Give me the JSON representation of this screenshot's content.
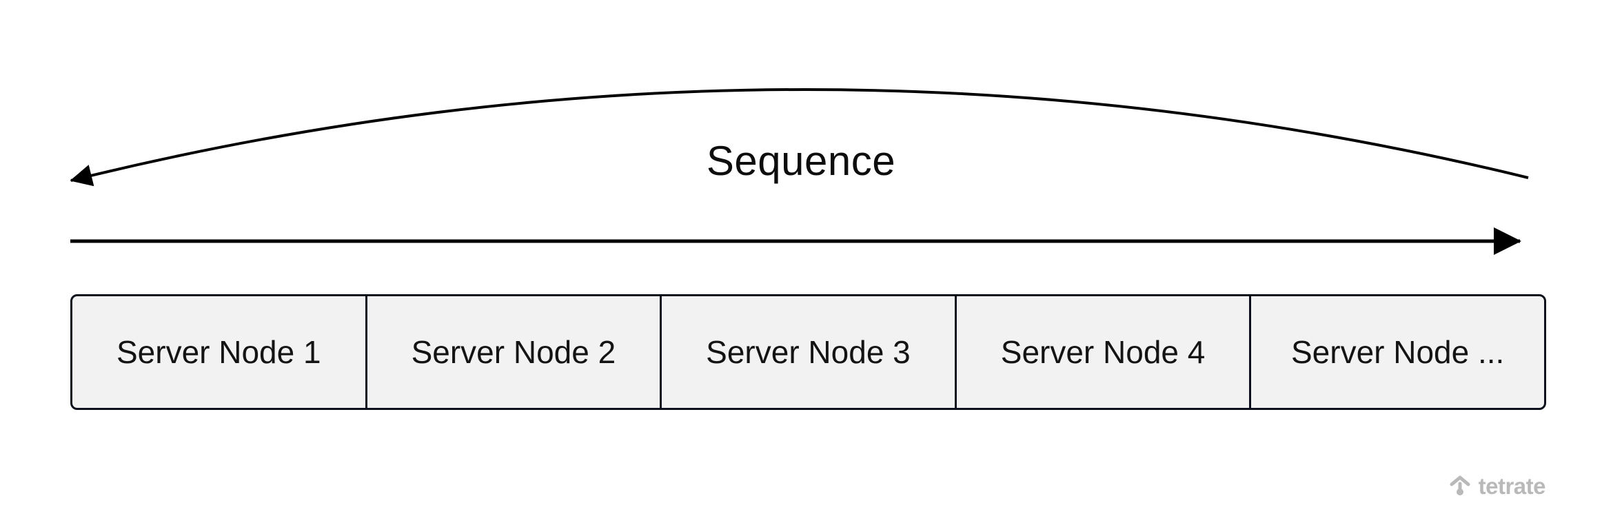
{
  "diagram": {
    "sequence_label": "Sequence",
    "nodes": [
      {
        "label": "Server Node 1"
      },
      {
        "label": "Server Node 2"
      },
      {
        "label": "Server Node 3"
      },
      {
        "label": "Server Node 4"
      },
      {
        "label": "Server Node ..."
      }
    ],
    "icons": {
      "curved_arrow": "curved-arrow-left-icon",
      "straight_arrow": "arrow-right-icon"
    }
  },
  "branding": {
    "logo_text": "tetrate",
    "logo_icon": "tetrate-mark-icon"
  },
  "colors": {
    "arrow": "#000000",
    "sequence_text": "#0d0d0d",
    "node_fill": "#f2f2f2",
    "node_border": "#0b101b",
    "node_text": "#141414",
    "logo": "#b9b9b9"
  }
}
